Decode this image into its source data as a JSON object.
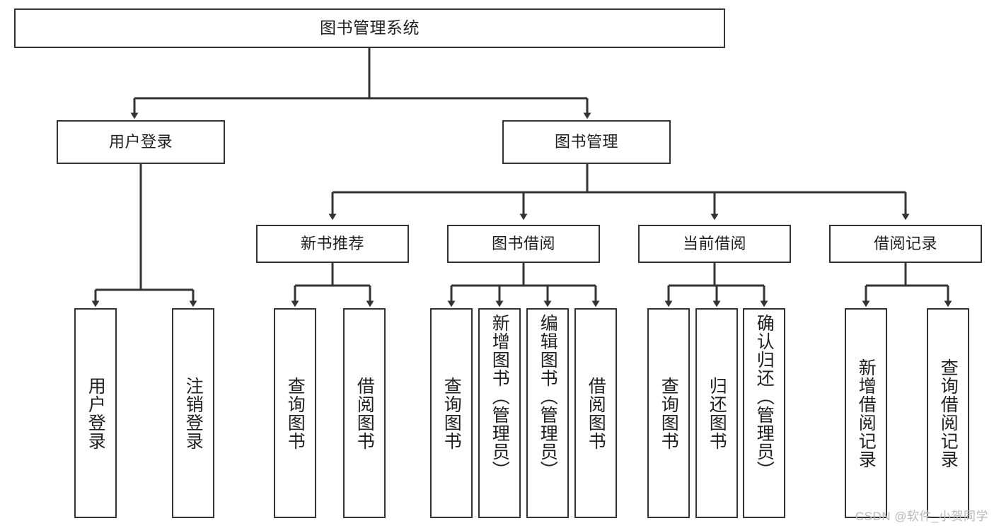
{
  "diagram": {
    "title": "图书管理系统",
    "type": "tree",
    "watermark": "CSDN @软件_小贺同学",
    "colors": {
      "background": "#ffffff",
      "box_border": "#333333",
      "box_fill": "#ffffff",
      "connector": "#333333",
      "text": "#1f1f1f",
      "watermark": "#b9b9b9"
    }
  },
  "nodes": {
    "root": {
      "label": "图书管理系统"
    },
    "level2": [
      {
        "label": "用户登录"
      },
      {
        "label": "图书管理"
      }
    ],
    "level3": [
      {
        "label": "新书推荐"
      },
      {
        "label": "图书借阅"
      },
      {
        "label": "当前借阅"
      },
      {
        "label": "借阅记录"
      }
    ],
    "leaves": {
      "user_login": [
        {
          "label": "用户登录"
        },
        {
          "label": "注销登录"
        }
      ],
      "new_book_recommend": [
        {
          "label": "查询图书"
        },
        {
          "label": "借阅图书"
        }
      ],
      "book_borrow": [
        {
          "label": "查询图书"
        },
        {
          "label": "新增图书（管理员）"
        },
        {
          "label": "编辑图书（管理员）"
        },
        {
          "label": "借阅图书"
        }
      ],
      "current_borrow": [
        {
          "label": "查询图书"
        },
        {
          "label": "归还图书"
        },
        {
          "label": "确认归还（管理员）"
        }
      ],
      "borrow_record": [
        {
          "label": "新增借阅记录"
        },
        {
          "label": "查询借阅记录"
        }
      ]
    }
  }
}
